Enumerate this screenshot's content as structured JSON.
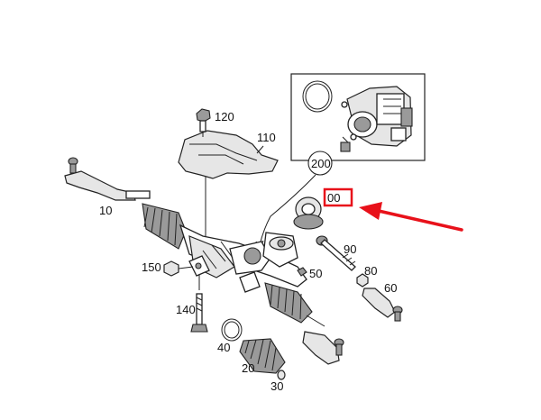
{
  "labels": {
    "p10": "10",
    "p20": "20",
    "p30": "30",
    "p40": "40",
    "p50": "50",
    "p60": "60",
    "p80": "80",
    "p90": "90",
    "p100": "00",
    "p110": "110",
    "p120": "120",
    "p140": "140",
    "p150": "150",
    "p200": "200"
  },
  "highlight": {
    "box_color": "#e8111a",
    "arrow_color": "#e8111a"
  }
}
